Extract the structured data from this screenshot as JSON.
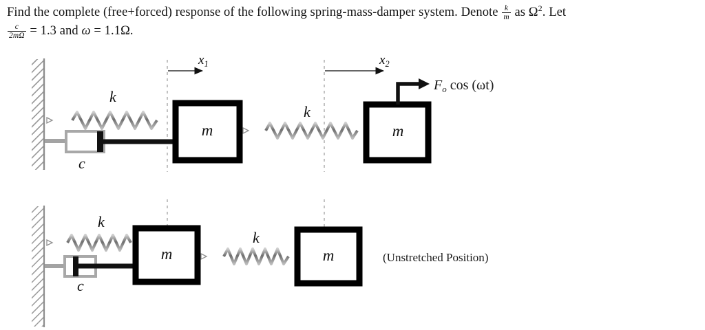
{
  "problem": {
    "line1_part1": "Find the complete (free+forced) response of the following spring-mass-damper system.  Denote ",
    "frac1_num": "k",
    "frac1_den": "m",
    "line1_part2": " as Ω",
    "line1_exponent": "2",
    "line1_part3": ".  Let",
    "frac2_num": "c",
    "frac2_den": "2mΩ",
    "line2_part1": " = 1.3 and ",
    "line2_omega": "ω",
    "line2_part2": " = 1.1Ω."
  },
  "diagram": {
    "top_system": {
      "caption": "",
      "displacement_1_label": "x",
      "displacement_1_sub": "1",
      "displacement_2_label": "x",
      "displacement_2_sub": "2",
      "spring_left_label": "k",
      "spring_mid_label": "k",
      "damper_label": "c",
      "mass_1_label": "m",
      "mass_2_label": "m",
      "force_label_F": "F",
      "force_label_sub": "o",
      "force_label_rest": " cos (ωt)"
    },
    "bottom_system": {
      "spring_left_label": "k",
      "spring_mid_label": "k",
      "damper_label": "c",
      "mass_1_label": "m",
      "mass_2_label": "m",
      "note": "(Unstretched Position)"
    }
  },
  "colors": {
    "ink": "#111111",
    "mass_border": "#000000",
    "spring": "#8c8c8c",
    "wall_hatch": "#9a9a9a",
    "dashed": "#8a8a8a"
  }
}
